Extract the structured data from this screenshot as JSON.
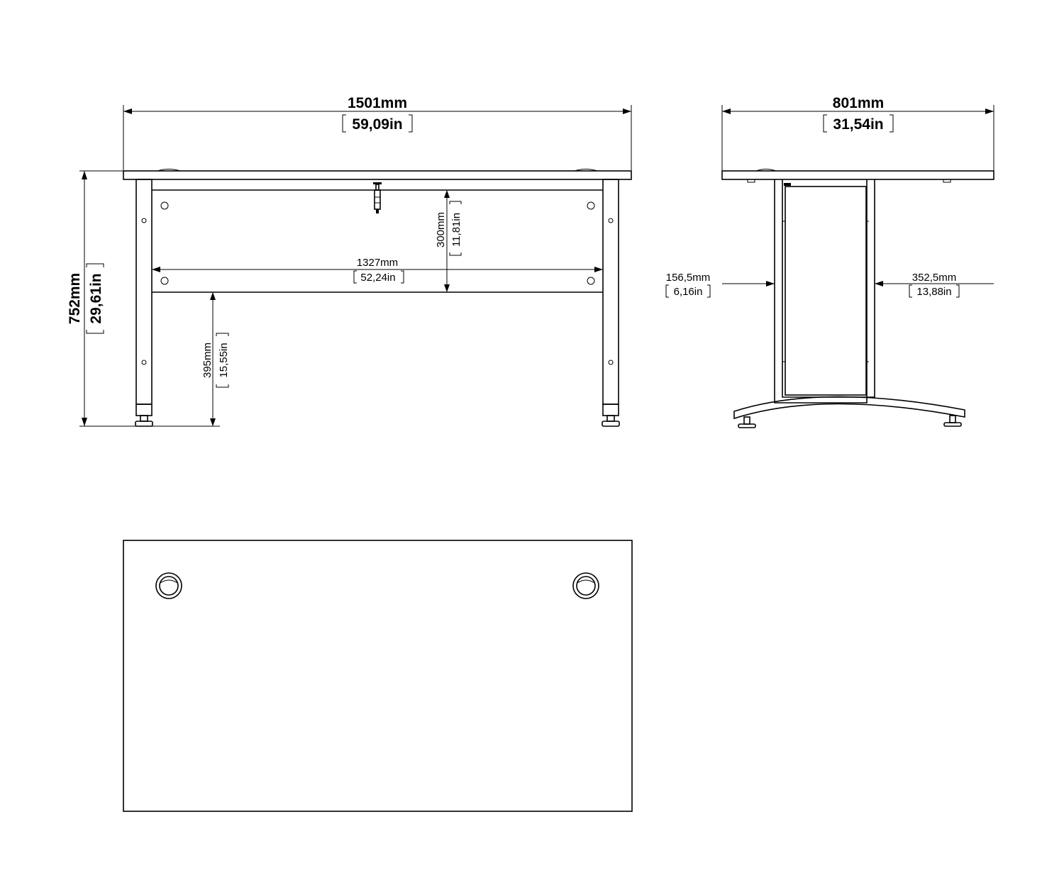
{
  "front_view": {
    "width_mm": "1501mm",
    "width_in": "59,09in",
    "height_mm": "752mm",
    "height_in": "29,61in",
    "inner_width_mm": "1327mm",
    "inner_width_in": "52,24in",
    "panel_height_mm": "300mm",
    "panel_height_in": "11,81in",
    "clearance_mm": "395mm",
    "clearance_in": "15,55in"
  },
  "side_view": {
    "depth_mm": "801mm",
    "depth_in": "31,54in",
    "front_offset_mm": "156,5mm",
    "front_offset_in": "6,16in",
    "rear_offset_mm": "352,5mm",
    "rear_offset_in": "13,88in"
  }
}
